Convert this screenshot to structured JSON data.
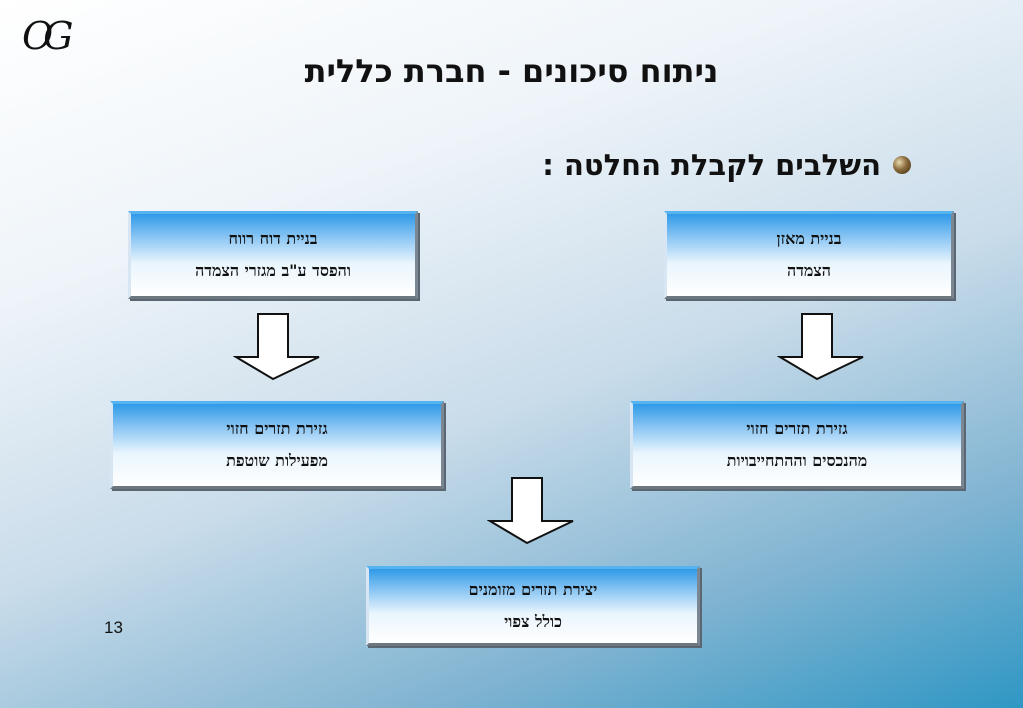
{
  "logo": "OG",
  "title": "ניתוח סיכונים - חברת כללית",
  "subtitle": "השלבים לקבלת החלטה :",
  "boxes": {
    "top_right": {
      "line1": "בניית מאזן",
      "line2": "הצמדה"
    },
    "top_left": {
      "line1": "בניית דוח רווח",
      "line2": "והפסד ע\"ב מגזרי הצמדה"
    },
    "mid_right": {
      "line1": "גזירת תזרים חזוי",
      "line2": "מהנכסים וההתחייבויות"
    },
    "mid_left": {
      "line1": "גזירת תזרים חזוי",
      "line2": "מפעילות שוטפת"
    },
    "bottom": {
      "line1": "יצירת תזרים מזומנים",
      "line2": "כולל צפוי"
    }
  },
  "page_number": "13"
}
